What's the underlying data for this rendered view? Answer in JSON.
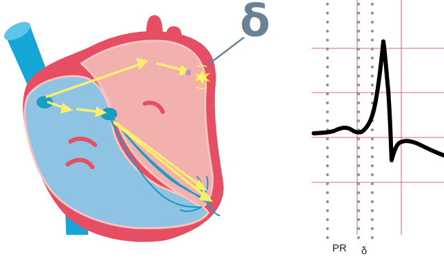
{
  "annotations": {
    "delta_symbol": "δ",
    "ecg_label_pr": "PR",
    "ecg_label_delta": "δ"
  },
  "colors": {
    "vein_blue": "#15a6d6",
    "heart_outline": "#e64f63",
    "right_chamber": "#8fc3e3",
    "left_chamber": "#f2b0ae",
    "node_teal": "#1a9dc3",
    "arrow_yellow": "#f9ef6d",
    "ecg_trace": "#000000",
    "ecg_grid": "#d8334a",
    "ecg_dots": "#8b939a",
    "delta_symbol": "#6a8293"
  },
  "icons": {
    "accessory_pathway": "star-burst-icon"
  }
}
